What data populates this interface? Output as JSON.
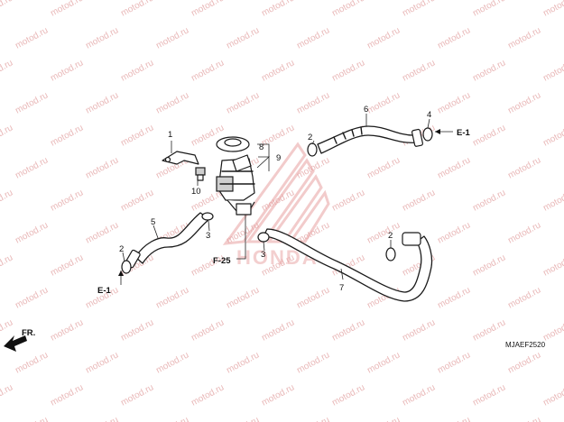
{
  "callouts": {
    "c1": "1",
    "c2a": "2",
    "c2b": "2",
    "c2c": "2",
    "c3a": "3",
    "c3b": "3",
    "c4": "4",
    "c5": "5",
    "c6": "6",
    "c7": "7",
    "c8": "8",
    "c9": "9",
    "c10": "10"
  },
  "references": {
    "e1_right": "E-1",
    "e1_left": "E-1",
    "f25": "F-25",
    "front": "FR."
  },
  "diagram_code": "MJAEF2520",
  "watermark": {
    "text": "motod.ru",
    "color": "#e9b8b8"
  },
  "logo": {
    "text": "HONDA",
    "color": "#e8a0a0"
  }
}
